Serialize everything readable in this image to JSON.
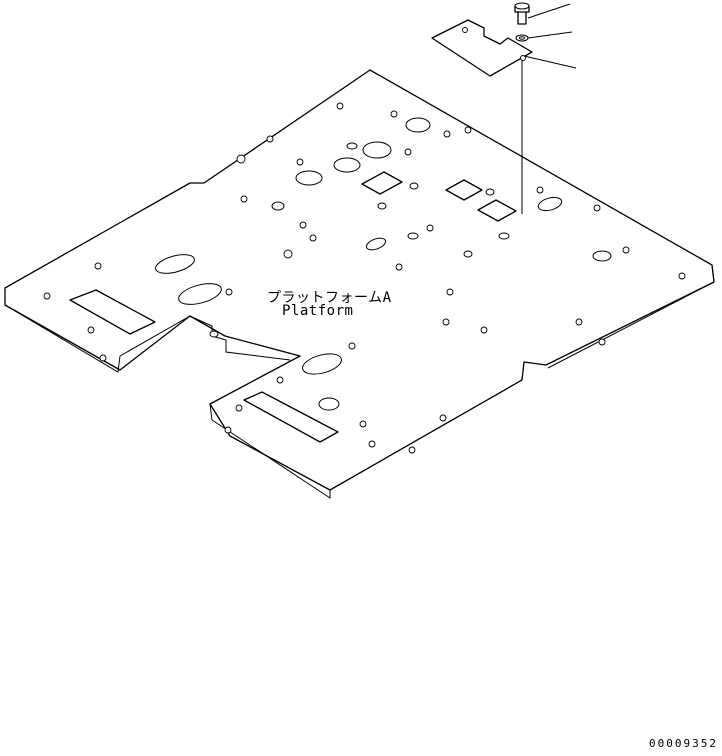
{
  "part_label": {
    "japanese": "プラットフォームA",
    "english": "Platform"
  },
  "drawing_number": "00009352"
}
